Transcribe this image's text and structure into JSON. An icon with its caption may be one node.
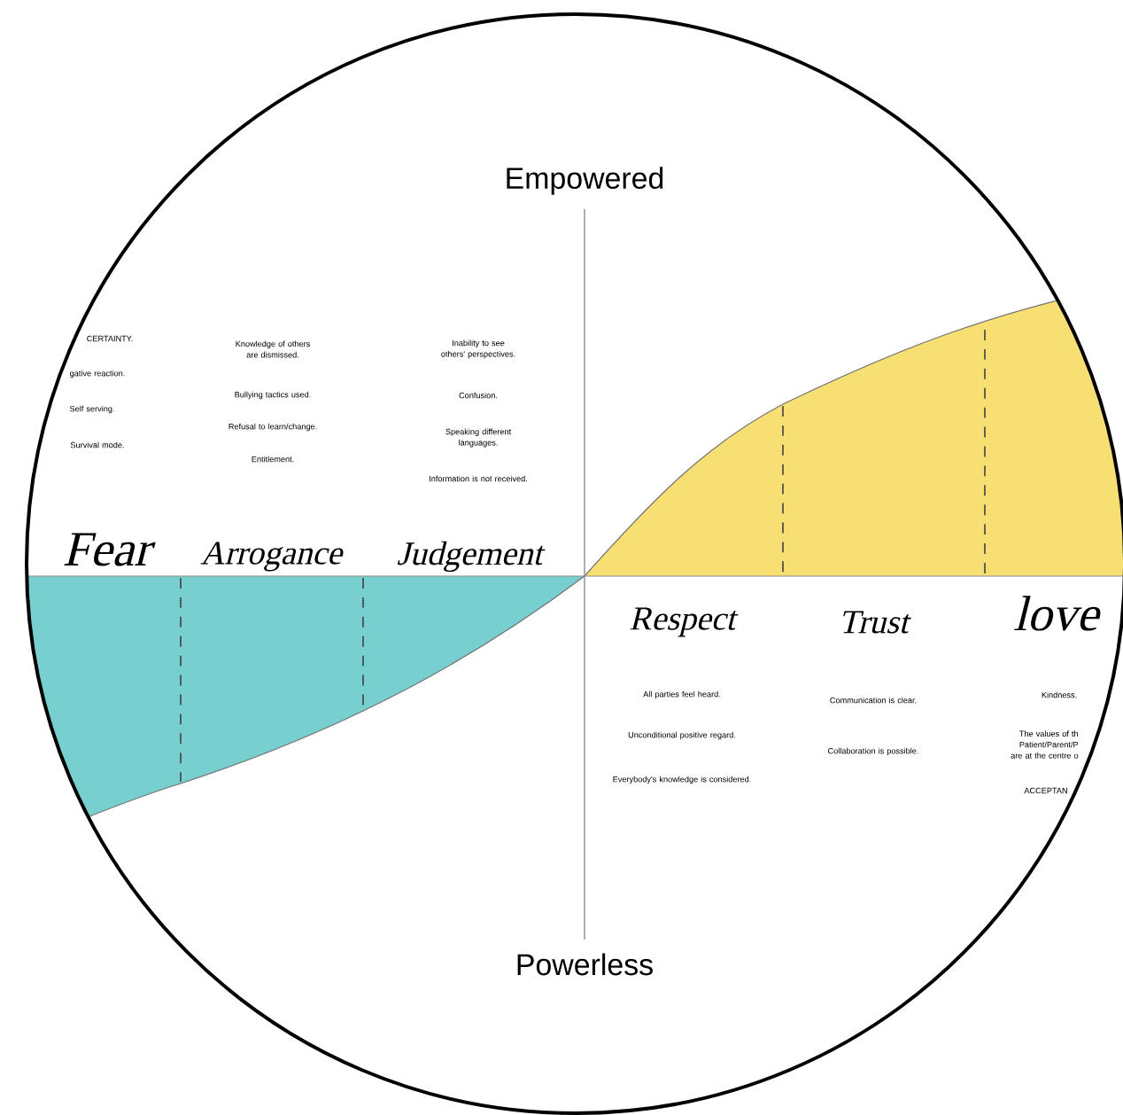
{
  "diagram": {
    "labels": [
      "Empowered",
      "CERTAINTY.",
      "gative reaction.",
      "Self serving.",
      "Survival mode.",
      "Knowledge of others are dismissed.",
      "Bullying tactics used.",
      "Refusal to learn/change.",
      "Entitlement.",
      "Inability to see others' perspectives.",
      "Confusion.",
      "Speaking different languages.",
      "Information is not received.",
      "Fear",
      "Arrogance",
      "Judgement",
      "Respect",
      "Trust",
      "love",
      "All parties feel heard.",
      "Unconditional positive regard.",
      "Everybody's knowledge is considered.",
      "Communication is clear.",
      "Collaboration is possible.",
      "Kindness.",
      "The values of th Patient/Parent/P are at the centre o",
      "ACCEPTAN",
      "Powerless"
    ]
  }
}
